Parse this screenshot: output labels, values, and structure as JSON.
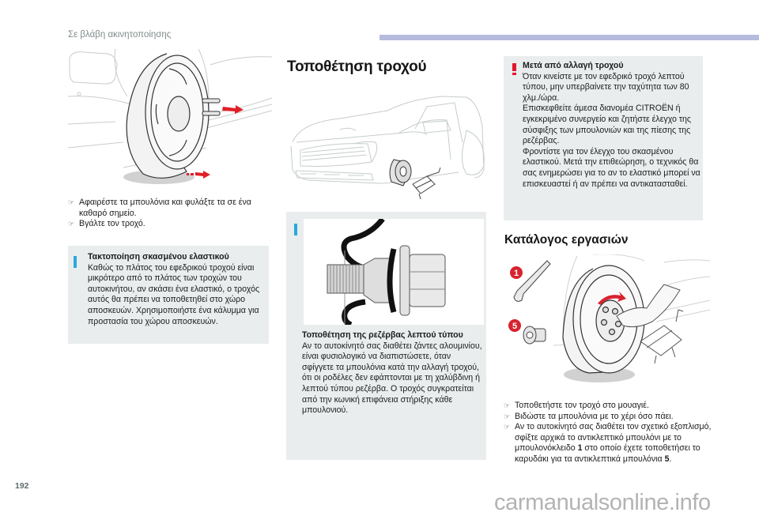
{
  "header": {
    "section_title": "Σε βλάβη ακινητοποίησης",
    "accent_color": "#b6bbde"
  },
  "page_number": "192",
  "watermark": "carmanualsonline.info",
  "left_column": {
    "figure_alt": "Removing wheel bolts and wheel illustration",
    "steps": [
      "Αφαιρέστε τα μπουλόνια και φυλάξτε τα σε ένα καθαρό σημείο.",
      "Βγάλτε τον τροχό."
    ],
    "info_panel": {
      "icon": "info-icon",
      "title": "Τακτοποίηση σκασμένου ελαστικού",
      "text": "Καθώς το πλάτος του εφεδρικού τροχού είναι μικρότερο από το πλάτος των τροχών του αυτοκινήτου, αν σκάσει ένα ελαστικό, ο τροχός αυτός θα πρέπει να τοποθετηθεί στο χώρο αποσκευών. Χρησιμοποιήστε ένα κάλυμμα για προστασία του χώρου αποσκευών."
    }
  },
  "middle_column": {
    "title": "Τοποθέτηση τροχού",
    "figure_alt": "Car on jack with wheel removed",
    "info_panel": {
      "icon": "info-icon",
      "figure_alt": "Wheel bolt through thin spare wheel",
      "title": "Τοποθέτηση της ρεζέρβας λεπτού τύπου",
      "text": "Αν το αυτοκίνητό σας διαθέτει ζάντες αλουμινίου, είναι φυσιολογικό να διαπιστώσετε, όταν σφίγγετε τα μπουλόνια κατά την αλλαγή τροχού, ότι οι ροδέλες δεν εφάπτονται με τη χαλύβδινη ή λεπτού τύπου ρεζέρβα. Ο τροχός συγκρατείται από την κωνική επιφάνεια στήριξης κάθε μπουλονιού."
    }
  },
  "right_column": {
    "warning_panel": {
      "icon": "warning-icon",
      "title": "Μετά από αλλαγή τροχού",
      "paragraphs": [
        "Όταν κινείστε με τον εφεδρικό τροχό λεπτού τύπου, μην υπερβαίνετε την ταχύτητα των 80 χλμ./ώρα.",
        "Επισκεφθείτε άμεσα διανομέα CITROËN ή εγκεκριμένο συνεργείο και ζητήστε έλεγχο της σύσφιξης των μπουλονιών και της πίεσης της ρεζέρβας.",
        "Φροντίστε για τον έλεγχο του σκασμένου ελαστικού. Μετά την επιθεώρηση, ο τεχνικός θα σας ενημερώσει για το αν το ελαστικό μπορεί να επισκευαστεί ή αν πρέπει να αντικατασταθεί."
      ]
    },
    "checklist_title": "Κατάλογος εργασιών",
    "figure_alt": "Tightening wheel bolts with wheel brace",
    "figure_labels": [
      "1",
      "5"
    ],
    "steps": [
      {
        "text": "Τοποθετήστε τον τροχό στο μουαγιέ."
      },
      {
        "text": "Βιδώστε τα μπουλόνια με το χέρι όσο πάει."
      },
      {
        "text_a": "Αν το αυτοκίνητό σας διαθέτει τον σχετικό εξοπλισμό, σφίξτε αρχικά το αντικλεπτικό μπουλόνι με το μπουλονόκλειδο ",
        "bold_a": "1",
        "text_b": " στο οποίο έχετε τοποθετήσει το καρυδάκι για τα αντικλεπτικά μπουλόνια ",
        "bold_b": "5",
        "text_c": "."
      }
    ]
  },
  "colors": {
    "panel_bg": "#e9eded",
    "info_blue": "#2aa8dd",
    "warning_red": "#e3172b",
    "callout_red": "#d8222e"
  }
}
